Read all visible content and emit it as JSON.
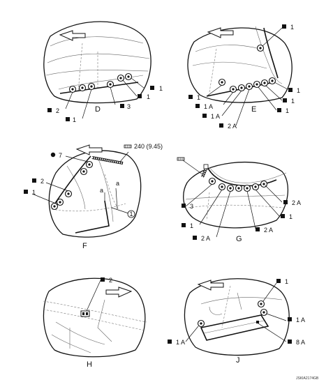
{
  "views": {
    "D": {
      "letter": "D",
      "callouts": [
        "1",
        "1",
        "2",
        "1",
        "3"
      ]
    },
    "E": {
      "letter": "E",
      "callouts": [
        "1",
        "1",
        "1",
        "1",
        "1 A",
        "1 A",
        "1",
        "2 A"
      ]
    },
    "F": {
      "letter": "F",
      "callouts": [
        "7",
        "2",
        "1"
      ],
      "sealer_dim": "240 (9.45)",
      "dim_a": "a",
      "circle_ref": "1"
    },
    "G": {
      "letter": "G",
      "callouts": [
        "3",
        "1",
        "2 A",
        "2 A",
        "1",
        "2 A"
      ]
    },
    "H": {
      "letter": "H",
      "callouts": [
        "2"
      ]
    },
    "J": {
      "letter": "J",
      "callouts": [
        "1",
        "1 A",
        "1 A",
        "8 A"
      ]
    }
  },
  "figure_code": "JSKIA2174GB"
}
